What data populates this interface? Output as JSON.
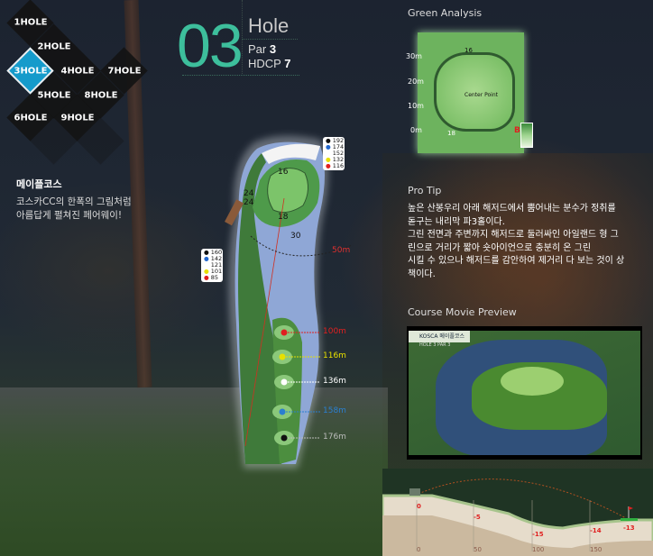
{
  "hole_menu": [
    {
      "label": "1HOLE",
      "active": false
    },
    {
      "label": "2HOLE",
      "active": false
    },
    {
      "label": "3HOLE",
      "active": true
    },
    {
      "label": "4HOLE",
      "active": false
    },
    {
      "label": "7HOLE",
      "active": false
    },
    {
      "label": "5HOLE",
      "active": false
    },
    {
      "label": "8HOLE",
      "active": false
    },
    {
      "label": "6HOLE",
      "active": false
    },
    {
      "label": "9HOLE",
      "active": false
    }
  ],
  "hole": {
    "number": "03",
    "word": "Hole",
    "par_label": "Par",
    "par": "3",
    "hdcp_label": "HDCP",
    "hdcp": "7"
  },
  "course": {
    "name": "메이플코스",
    "desc1": "코스카CC의 한폭의 그림처럼",
    "desc2": "아름답게 펼쳐진 페어웨이!"
  },
  "map": {
    "green_dist": [
      "192",
      "174",
      "152",
      "132",
      "116"
    ],
    "fairway_dist": [
      "160",
      "142",
      "121",
      "101",
      "85"
    ],
    "marker_colors": [
      "#111111",
      "#2266cc",
      "#ffffff",
      "#e8e000",
      "#e02020"
    ],
    "green_marks": [
      "16",
      "24",
      "24",
      "18",
      "30"
    ],
    "arc_label": "50m",
    "tees": [
      {
        "label": "100m",
        "color": "#e02020"
      },
      {
        "label": "116m",
        "color": "#e8e000"
      },
      {
        "label": "136m",
        "color": "#ffffff"
      },
      {
        "label": "158m",
        "color": "#2a7fd0"
      },
      {
        "label": "176m",
        "color": "#bbbbbb"
      }
    ]
  },
  "green_analysis": {
    "title": "Green Analysis",
    "y_ticks": [
      "30m",
      "20m",
      "10m",
      "0m"
    ],
    "top_mark": "16",
    "bottom_mark": "18",
    "center": "Center Point",
    "slope_grade": "B"
  },
  "pro_tip": {
    "title": "Pro Tip",
    "lines": [
      "높은 산봉우리 아래 해저드에서 뿜어내는 분수가 정취를",
      "돋구는 내리막 파3홀이다.",
      "그린 전면과 주변까지 해저드로 둘러싸인 아일랜드 형 그",
      "린으로 거리가 짧아 숏아이언으로 충분히 온 그린",
      "시킬 수 있으나 해저드를 감안하여 제거리 다 보는 것이 상",
      "책이다."
    ]
  },
  "movie": {
    "title": "Course Movie Preview",
    "hud_org": "KOSCA",
    "hud_course": "메이플코스",
    "hud_hole_label": "HOLE",
    "hud_hole": "3",
    "hud_par_label": "PAR",
    "hud_par": "3"
  },
  "elevation": {
    "heights": [
      "0",
      "-5",
      "-15",
      "-14",
      "-13"
    ],
    "distances": [
      "0",
      "50",
      "100",
      "150"
    ]
  }
}
